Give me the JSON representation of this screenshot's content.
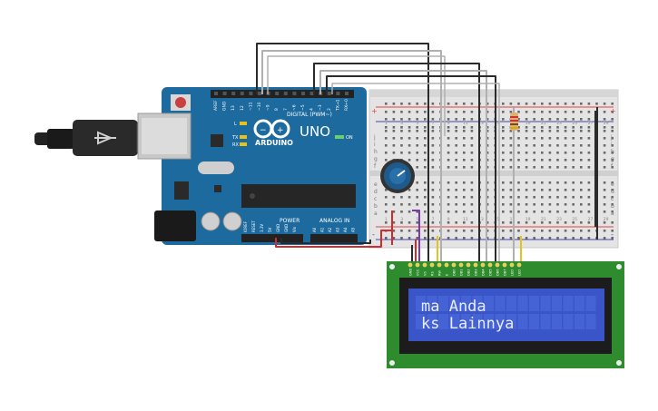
{
  "arduino": {
    "brand": "ARDUINO",
    "model": "UNO",
    "digital_label": "DIGITAL (PWM~)",
    "power_label": "POWER",
    "analog_label": "ANALOG IN",
    "on_label": "ON",
    "led_l": "L",
    "led_tx": "TX",
    "led_rx": "RX",
    "pin_labels_top": [
      "AREF",
      "GND",
      "13",
      "12",
      "~11",
      "~10",
      "~9",
      "8",
      "7",
      "~6",
      "~5",
      "4",
      "~3",
      "2",
      "TX→1",
      "RX←0"
    ],
    "pin_labels_power": [
      "IOREF",
      "RESET",
      "3.3V",
      "5V",
      "GND",
      "GND",
      "Vin"
    ],
    "pin_labels_analog": [
      "A0",
      "A1",
      "A2",
      "A3",
      "A4",
      "A5"
    ]
  },
  "breadboard": {
    "row_letters_top": [
      "j",
      "i",
      "h",
      "g",
      "f"
    ],
    "row_letters_bottom": [
      "e",
      "d",
      "c",
      "b",
      "a"
    ],
    "col_numbers": [
      "1",
      "3",
      "5",
      "7",
      "9",
      "11",
      "13",
      "15",
      "17",
      "19",
      "21",
      "23",
      "25",
      "27",
      "29"
    ],
    "rail_plus": "+",
    "rail_minus": "-"
  },
  "lcd": {
    "line1": "ma Anda",
    "line2": "ks Lainnya",
    "pin_labels": [
      "GND",
      "VCC",
      "V0",
      "RS",
      "RW",
      "E",
      "DB0",
      "DB1",
      "DB2",
      "DB3",
      "DB4",
      "DB5",
      "DB6",
      "DB7",
      "LED",
      "LED"
    ],
    "bg_color": "#3a55c8",
    "text_color": "#e8ecff"
  },
  "colors": {
    "board": "#1c6a9e",
    "lcd_pcb": "#2e8b2e",
    "wire_black": "#2b2b2b",
    "wire_gray": "#a8a8a8",
    "wire_red": "#d42a2a",
    "wire_purple": "#7a3aa8",
    "wire_yellow": "#e6c21a",
    "potentiometer": "#1f5a8c"
  }
}
